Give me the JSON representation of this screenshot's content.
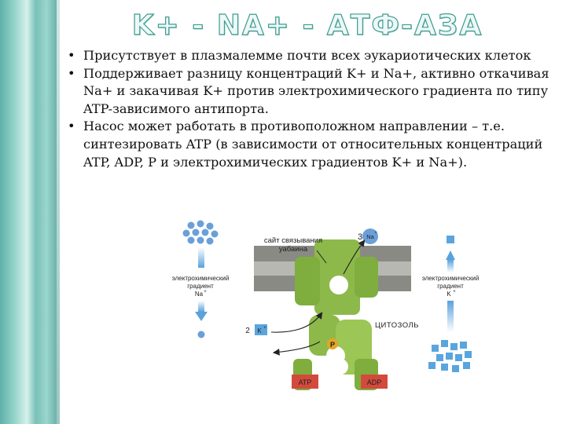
{
  "slide": {
    "title": "K+ - NA+ - АТФ-АЗА",
    "bullets": [
      {
        "marker": "•",
        "text": "Присутствует в плазмалемме почти всех эукариотических клеток"
      },
      {
        "marker": "•",
        "text": "Поддерживает разницу концентраций K+ и Na+, активно откачивая Na+ и закачивая K+ против электрохимического градиента по типу ATP-зависимого антипорта."
      },
      {
        "marker": "•",
        "text": "Насос может работать в противоположном направлении – т.е. синтезировать ATP (в зависимости от относительных концентраций ATP, ADP, P и электрохимических градиентов K+ и Na+)."
      }
    ]
  },
  "diagram": {
    "binding_site_label_1": "сайт связывания",
    "binding_site_label_2": "уабаина",
    "na_count": "3",
    "na_ion": "Na",
    "na_charge": "+",
    "k_count": "2",
    "k_ion": "K",
    "k_charge": "+",
    "left_gradient_1": "электрохимический",
    "left_gradient_2": "градиент",
    "left_gradient_ion": "Na",
    "left_gradient_charge": "+",
    "right_gradient_1": "электрохимический",
    "right_gradient_2": "градиент",
    "right_gradient_ion": "K",
    "right_gradient_charge": "+",
    "cytosol_label": "ЦИТОЗОЛЬ",
    "phosphate_label": "P",
    "atp_label": "ATP",
    "adp_label": "ADP",
    "colors": {
      "protein": "#8db94a",
      "membrane": "#858580",
      "ion_na": "#6aa0d8",
      "ion_k": "#5aa5dd",
      "atp": "#d34a3c",
      "phosphate": "#e3a624"
    }
  }
}
